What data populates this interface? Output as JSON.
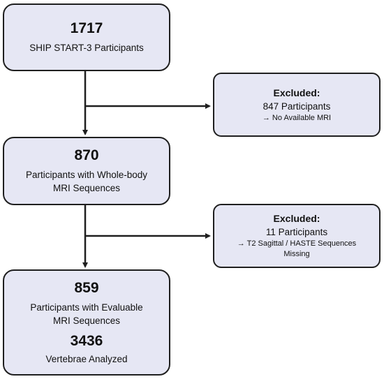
{
  "box_start": {
    "count": "1717",
    "label": "SHIP START-3 Participants"
  },
  "exclusion_1": {
    "title": "Excluded:",
    "count": "847 Participants",
    "reason": "→ No Available MRI"
  },
  "box_mid": {
    "count": "870",
    "label_line1": "Participants with Whole-body",
    "label_line2": "MRI Sequences"
  },
  "exclusion_2": {
    "title": "Excluded:",
    "count": "11 Participants",
    "reason_line1": "→ T2 Sagittal / HASTE Sequences",
    "reason_line2": "Missing"
  },
  "box_final": {
    "count": "859",
    "label_line1": "Participants with Evaluable",
    "label_line2": "MRI Sequences",
    "vertebrae_count": "3436",
    "vertebrae_label": "Vertebrae Analyzed"
  },
  "colors": {
    "box_fill": "#e6e7f4",
    "border": "#1f1f1f"
  }
}
